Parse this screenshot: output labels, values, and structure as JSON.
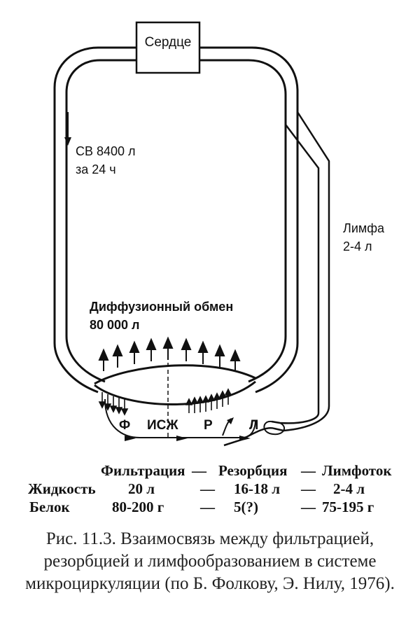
{
  "diagram": {
    "heart": "Сердце",
    "cardiac_output_line1": "СВ 8400 л",
    "cardiac_output_line2": "за 24 ч",
    "lymph_line1": "Лимфа",
    "lymph_line2": "2-4 л",
    "diffusion_line1": "Диффузионный обмен",
    "diffusion_line2": "80 000 л",
    "label_f": "Ф",
    "label_isf": "ИСЖ",
    "label_r": "Р",
    "label_l": "Л"
  },
  "table": {
    "headers": [
      "Фильтрация",
      "—",
      "Резорбция",
      "—",
      "Лимфоток"
    ],
    "rows": [
      {
        "label": "Жидкость",
        "cells": [
          "20 л",
          "—",
          "16-18 л",
          "—",
          "2-4 л"
        ]
      },
      {
        "label": "Белок",
        "cells": [
          "80-200 г",
          "—",
          "5(?)",
          "—",
          "75-195 г"
        ]
      }
    ]
  },
  "caption": "Рис. 11.3. Взаимосвязь между фильтрацией, резорбцией и лимфообразованием в системе микроциркуляции (по Б. Фолкову, Э. Нилу, 1976)."
}
